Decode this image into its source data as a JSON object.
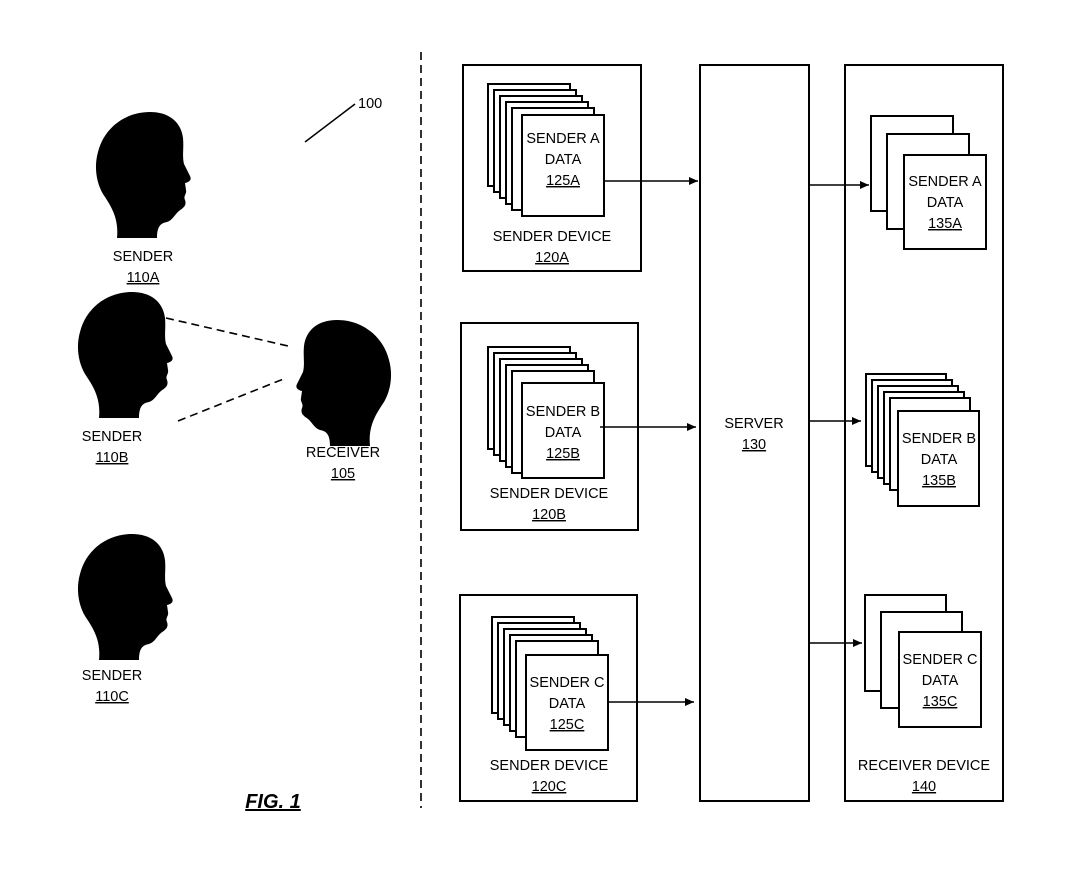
{
  "figure": {
    "label": "FIG. 1",
    "ref": "100"
  },
  "people": {
    "sender_a": {
      "label": "SENDER",
      "ref": "110A"
    },
    "sender_b": {
      "label": "SENDER",
      "ref": "110B"
    },
    "sender_c": {
      "label": "SENDER",
      "ref": "110C"
    },
    "receiver": {
      "label": "RECEIVER",
      "ref": "105"
    }
  },
  "sender_devices": [
    {
      "label": "SENDER DEVICE",
      "ref": "120A",
      "data_line1": "SENDER A",
      "data_line2": "DATA",
      "data_ref": "125A"
    },
    {
      "label": "SENDER DEVICE",
      "ref": "120B",
      "data_line1": "SENDER B",
      "data_line2": "DATA",
      "data_ref": "125B"
    },
    {
      "label": "SENDER DEVICE",
      "ref": "120C",
      "data_line1": "SENDER C",
      "data_line2": "DATA",
      "data_ref": "125C"
    }
  ],
  "server": {
    "label": "SERVER",
    "ref": "130"
  },
  "receiver_device": {
    "label": "RECEIVER DEVICE",
    "ref": "140",
    "data": [
      {
        "line1": "SENDER A",
        "line2": "DATA",
        "ref": "135A"
      },
      {
        "line1": "SENDER B",
        "line2": "DATA",
        "ref": "135B"
      },
      {
        "line1": "SENDER C",
        "line2": "DATA",
        "ref": "135C"
      }
    ]
  }
}
